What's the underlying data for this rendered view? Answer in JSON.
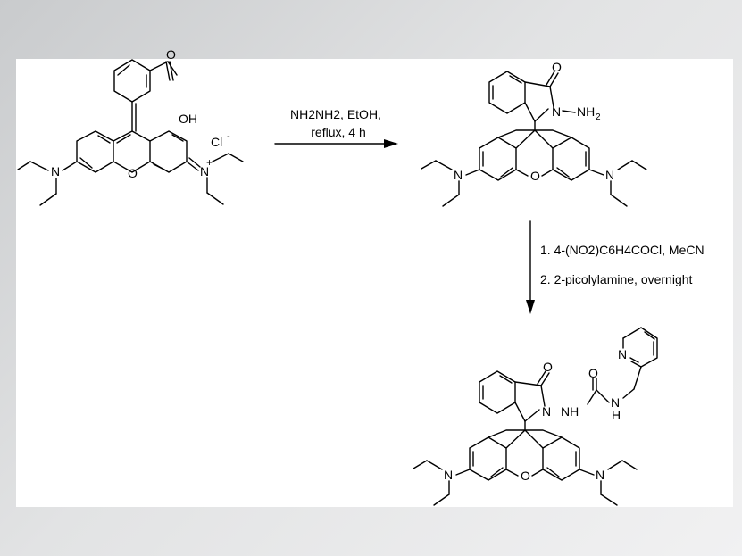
{
  "scheme": {
    "step1": {
      "line1": "NH2NH2, EtOH,",
      "line2": "reflux, 4 h"
    },
    "step2": {
      "line1": "1. 4-(NO2)C6H4COCl, MeCN",
      "line2": "2. 2-picolylamine, overnight"
    },
    "labels": {
      "N": "N",
      "O": "O",
      "OH": "OH",
      "Cl": "Cl",
      "minus": "-",
      "plus": "+",
      "NH2": "NH",
      "two": "2",
      "NH": "NH",
      "H": "H"
    }
  }
}
